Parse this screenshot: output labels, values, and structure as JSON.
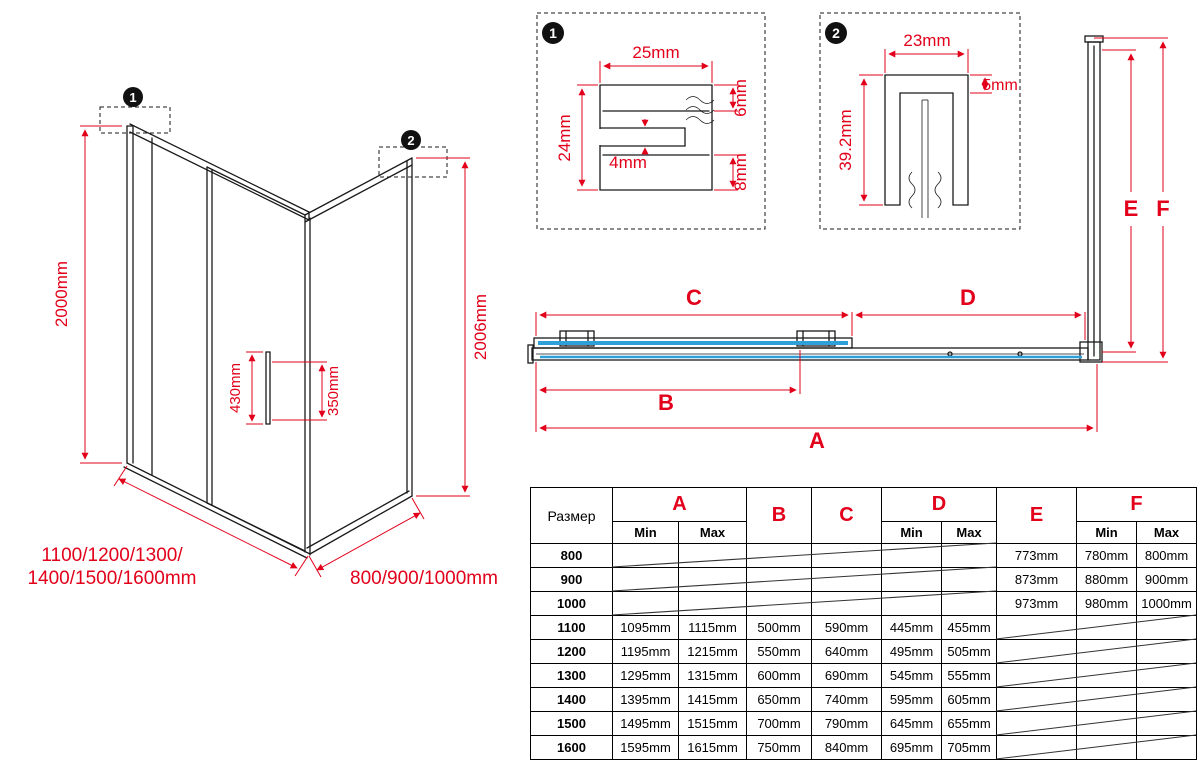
{
  "colors": {
    "dimension": "#e2001a",
    "line": "#1a1a1a",
    "glass": "#2e9fd8"
  },
  "callouts": {
    "one": "1",
    "two": "2"
  },
  "left_view": {
    "dim_height_left": "2000mm",
    "dim_height_right": "2006mm",
    "dim_handle": "430mm",
    "dim_handle_offset": "350mm",
    "dim_width_line1": "1100/1200/1300/",
    "dim_width_line2": "1400/1500/1600mm",
    "dim_depth": "800/900/1000mm"
  },
  "detail_1": {
    "badge": "1",
    "dim_top": "25mm",
    "dim_left": "24mm",
    "dim_right_top": "6mm",
    "dim_slot": "4mm",
    "dim_right_bottom": "8mm"
  },
  "detail_2": {
    "badge": "2",
    "dim_top": "23mm",
    "dim_inner": "5mm",
    "dim_left": "39.2mm"
  },
  "plan_view": {
    "dim_a": "A",
    "dim_b": "B",
    "dim_c": "C",
    "dim_d": "D",
    "dim_e": "E",
    "dim_f": "F"
  },
  "table": {
    "size_header": "Размер",
    "col_a": "A",
    "col_b": "B",
    "col_c": "C",
    "col_d": "D",
    "col_e": "E",
    "col_f": "F",
    "min_label": "Min",
    "max_label": "Max",
    "rows": [
      {
        "size": "800",
        "a_min": "",
        "a_max": "",
        "b": "",
        "c": "",
        "d_min": "",
        "d_max": "",
        "e": "773mm",
        "f_min": "780mm",
        "f_max": "800mm"
      },
      {
        "size": "900",
        "a_min": "",
        "a_max": "",
        "b": "",
        "c": "",
        "d_min": "",
        "d_max": "",
        "e": "873mm",
        "f_min": "880mm",
        "f_max": "900mm"
      },
      {
        "size": "1000",
        "a_min": "",
        "a_max": "",
        "b": "",
        "c": "",
        "d_min": "",
        "d_max": "",
        "e": "973mm",
        "f_min": "980mm",
        "f_max": "1000mm"
      },
      {
        "size": "1100",
        "a_min": "1095mm",
        "a_max": "1115mm",
        "b": "500mm",
        "c": "590mm",
        "d_min": "445mm",
        "d_max": "455mm",
        "e": "",
        "f_min": "",
        "f_max": ""
      },
      {
        "size": "1200",
        "a_min": "1195mm",
        "a_max": "1215mm",
        "b": "550mm",
        "c": "640mm",
        "d_min": "495mm",
        "d_max": "505mm",
        "e": "",
        "f_min": "",
        "f_max": ""
      },
      {
        "size": "1300",
        "a_min": "1295mm",
        "a_max": "1315mm",
        "b": "600mm",
        "c": "690mm",
        "d_min": "545mm",
        "d_max": "555mm",
        "e": "",
        "f_min": "",
        "f_max": ""
      },
      {
        "size": "1400",
        "a_min": "1395mm",
        "a_max": "1415mm",
        "b": "650mm",
        "c": "740mm",
        "d_min": "595mm",
        "d_max": "605mm",
        "e": "",
        "f_min": "",
        "f_max": ""
      },
      {
        "size": "1500",
        "a_min": "1495mm",
        "a_max": "1515mm",
        "b": "700mm",
        "c": "790mm",
        "d_min": "645mm",
        "d_max": "655mm",
        "e": "",
        "f_min": "",
        "f_max": ""
      },
      {
        "size": "1600",
        "a_min": "1595mm",
        "a_max": "1615mm",
        "b": "750mm",
        "c": "840mm",
        "d_min": "695mm",
        "d_max": "705mm",
        "e": "",
        "f_min": "",
        "f_max": ""
      }
    ]
  }
}
